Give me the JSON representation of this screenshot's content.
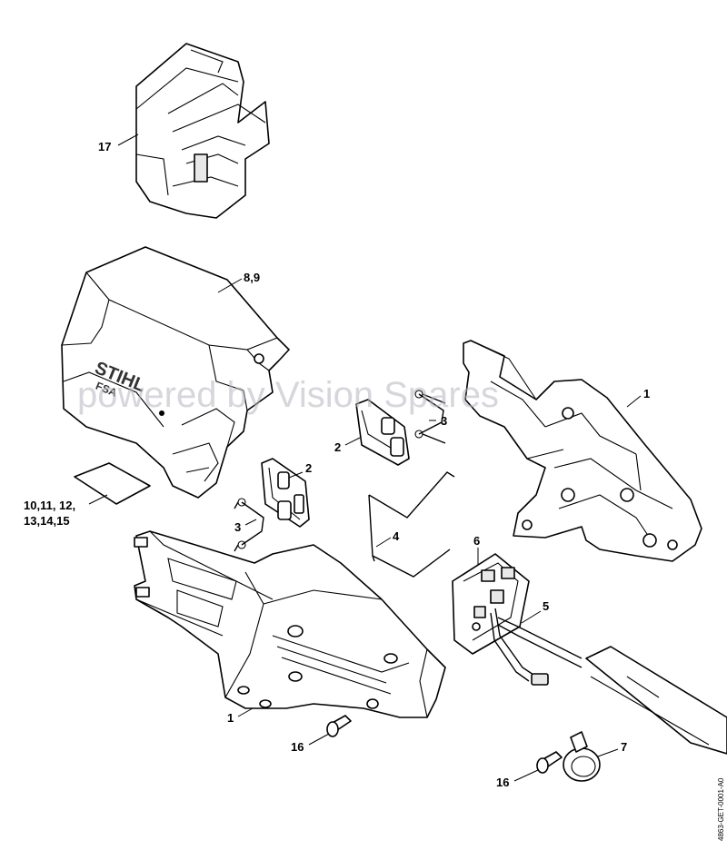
{
  "callouts": {
    "p17": "17",
    "p89": "8,9",
    "p1_top": "1",
    "p2_left": "2",
    "p3_right": "3",
    "p2_mid": "2",
    "p3_left": "3",
    "p4": "4",
    "p6": "6",
    "p5": "5",
    "p1_bottom": "1",
    "p16_left": "16",
    "p16_right": "16",
    "p7": "7",
    "p10_line1": "10,11, 12,",
    "p10_line2": "13,14,15"
  },
  "watermark": "powered by Vision Spares",
  "drawing_number": "4863-GET-0001-A0",
  "logo": {
    "brand": "STIHL",
    "model": "FSA"
  }
}
